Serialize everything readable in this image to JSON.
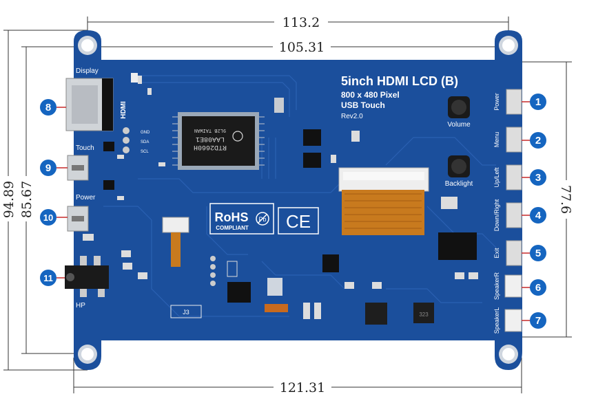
{
  "dimensions": {
    "top_outer": "113.2",
    "top_inner": "105.31",
    "bottom": "121.31",
    "left_outer": "94.89",
    "left_inner": "85.67",
    "right": "77.6"
  },
  "board": {
    "title": "5inch HDMI LCD (B)",
    "resolution": "800 x 480 Pixel",
    "touch": "USB Touch",
    "revision": "Rev2.0",
    "chip_label_1": "RTD2660H",
    "chip_label_2": "LAA08E1",
    "chip_label_3": "9L2B TAIWAN",
    "rohs_top": "RoHS",
    "rohs_bottom": "COMPLIANT",
    "ce": "CE",
    "pb": "Pb",
    "j3": "J3",
    "ic_label": "323"
  },
  "labels": {
    "display": "Display",
    "hdmi": "HDMI",
    "touch": "Touch",
    "power": "Power",
    "hp": "HP",
    "volume": "Volume",
    "backlight": "Backlight",
    "btn_power": "Power",
    "btn_menu": "Menu",
    "btn_upleft": "Up/Left",
    "btn_downright": "Down/Right",
    "btn_exit": "Exit",
    "speaker_r": "SpeakerR",
    "speaker_l": "SpeakerL",
    "gnd": "GND",
    "sda": "SDA",
    "scl": "SCL"
  },
  "callouts": [
    "1",
    "2",
    "3",
    "4",
    "5",
    "6",
    "7",
    "8",
    "9",
    "10",
    "11"
  ],
  "colors": {
    "pcb": "#1b4f9c",
    "pcb_dark": "#163f80",
    "callout": "#1565c0",
    "flex": "#c87a1e"
  }
}
